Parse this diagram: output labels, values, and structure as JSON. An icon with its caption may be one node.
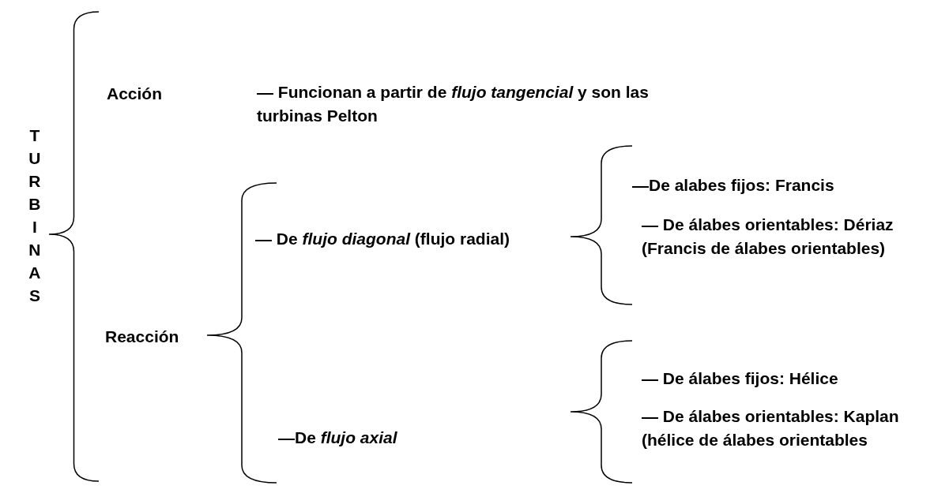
{
  "diagram": {
    "nodes": [
      {
        "text": [
          "TURBINAS"
        ]
      },
      {
        "text": [
          "Acción"
        ]
      },
      {
        "text": [
          "Reacción"
        ]
      },
      {
        "text": [
          "— Funcionan a partir de *flujo tangencial* y son las turbinas Pelton"
        ]
      },
      {
        "text": [
          "— De *flujo diagonal* (flujo radial)"
        ]
      },
      {
        "text": [
          "—De *flujo axial*"
        ]
      },
      {
        "text": [
          "—De alabes fijos: Francis"
        ]
      },
      {
        "text": [
          "— De álabes orientables: Dériaz (Francis de álabes orientables)"
        ]
      },
      {
        "text": [
          "— De álabes fijos: Hélice"
        ]
      },
      {
        "text": [
          "— De álabes orientables: Kaplan (hélice de álabes orientables"
        ]
      }
    ]
  }
}
